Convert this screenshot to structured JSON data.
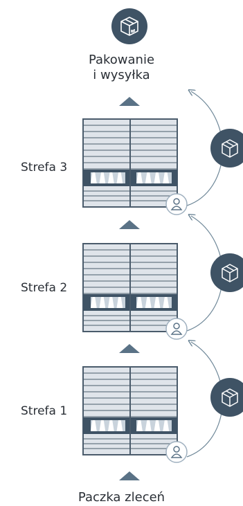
{
  "top_stage": {
    "line1": "Pakowanie",
    "line2": "i wysyłka",
    "icon": "package-box-icon"
  },
  "zones": [
    {
      "label": "Strefa 3",
      "icon": "operator-person-icon",
      "side_icon": "package-box-icon"
    },
    {
      "label": "Strefa 2",
      "icon": "operator-person-icon",
      "side_icon": "package-box-icon"
    },
    {
      "label": "Strefa 1",
      "icon": "operator-person-icon",
      "side_icon": "package-box-icon"
    }
  ],
  "bottom_stage": {
    "label": "Paczka zleceń"
  },
  "colors": {
    "dark": "#3f5365",
    "rack_line": "#4a5b6b",
    "rack_fill": "#dfe4ea",
    "arrow": "#5a7286",
    "curve": "#6e8798"
  }
}
